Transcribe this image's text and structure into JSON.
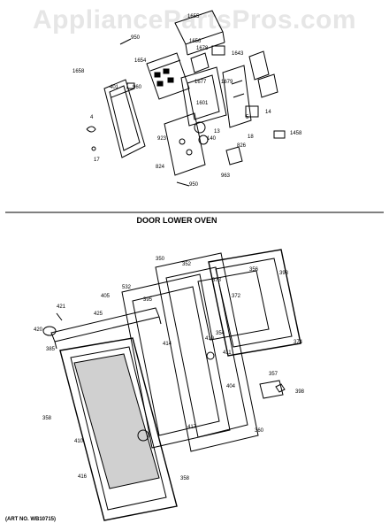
{
  "watermark": "AppliancePartsPros.com",
  "section_title": "DOOR LOWER OVEN",
  "art_number": "(ART NO. WB10715)",
  "upper_labels": [
    "1655",
    "1656",
    "950",
    "1643",
    "1654",
    "1678",
    "1658",
    "1677",
    "1679",
    "401",
    "960",
    "1601",
    "4",
    "923",
    "140",
    "13",
    "5",
    "18",
    "14",
    "1458",
    "17",
    "824",
    "826",
    "963",
    "950"
  ],
  "lower_labels": [
    "350",
    "352",
    "356",
    "398",
    "532",
    "372",
    "373",
    "405",
    "395",
    "421",
    "354",
    "410",
    "425",
    "420",
    "414",
    "411",
    "374",
    "385",
    "404",
    "357",
    "358",
    "417",
    "360",
    "398",
    "410",
    "416",
    "358"
  ]
}
